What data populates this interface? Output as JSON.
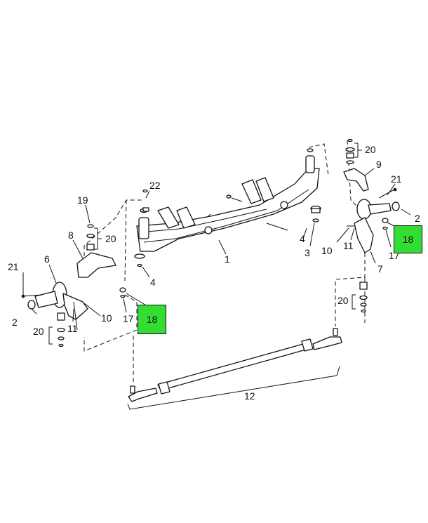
{
  "callouts": [
    {
      "id": "c1",
      "text": "1"
    },
    {
      "id": "c2l",
      "text": "2"
    },
    {
      "id": "c2r",
      "text": "2"
    },
    {
      "id": "c3",
      "text": "3"
    },
    {
      "id": "c4l",
      "text": "4"
    },
    {
      "id": "c4r",
      "text": "4"
    },
    {
      "id": "c6",
      "text": "6"
    },
    {
      "id": "c7",
      "text": "7"
    },
    {
      "id": "c8",
      "text": "8"
    },
    {
      "id": "c9",
      "text": "9"
    },
    {
      "id": "c10l",
      "text": "10"
    },
    {
      "id": "c10r",
      "text": "10"
    },
    {
      "id": "c11l",
      "text": "11"
    },
    {
      "id": "c11r",
      "text": "11"
    },
    {
      "id": "c12",
      "text": "12"
    },
    {
      "id": "c17l",
      "text": "17"
    },
    {
      "id": "c17r",
      "text": "17"
    },
    {
      "id": "c19",
      "text": "19"
    },
    {
      "id": "c20ul",
      "text": "20"
    },
    {
      "id": "c20ll",
      "text": "20"
    },
    {
      "id": "c20ur",
      "text": "20"
    },
    {
      "id": "c20mr",
      "text": "20"
    },
    {
      "id": "c21l",
      "text": "21"
    },
    {
      "id": "c21r",
      "text": "21"
    },
    {
      "id": "c22",
      "text": "22"
    }
  ],
  "highlights": [
    {
      "id": "h18l",
      "text": "18",
      "color": "#33dd33"
    },
    {
      "id": "h18r",
      "text": "18",
      "color": "#33dd33"
    }
  ]
}
